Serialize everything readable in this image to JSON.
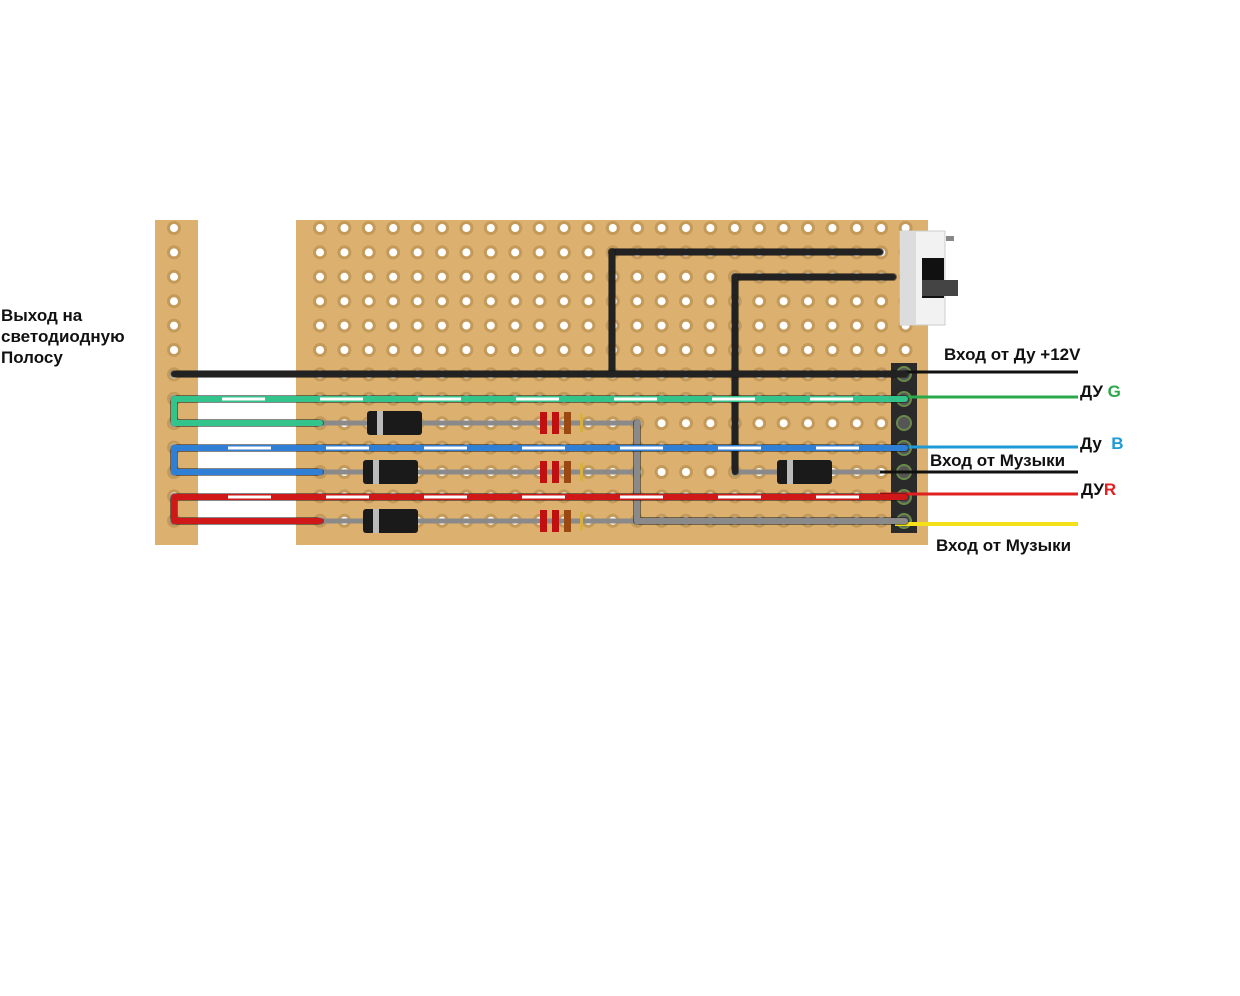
{
  "labels": {
    "output_line1": "Выход на",
    "output_line2": "светодиодную",
    "output_line3": "Полосу",
    "input_12v": "Вход от Ду +12V",
    "du_g_prefix": "ДУ",
    "du_g_letter": "G",
    "du_b_prefix": "Ду",
    "du_b_letter": "B",
    "music_in_1": "Вход от Музыки",
    "du_r_prefix": "ДУ",
    "du_r_letter": "R",
    "music_in_2": "Вход от Музыки"
  },
  "colors": {
    "board": "#dcb06e",
    "black_wire": "#222222",
    "green_wire": "#33c48c",
    "blue_wire": "#2f7fd6",
    "red_wire": "#d01818",
    "gray_wire": "#8a8a8a",
    "g_label": "#2aa84a",
    "b_label": "#1e9ad6",
    "r_label": "#e02020",
    "yellow_wire": "#f5e11a"
  }
}
